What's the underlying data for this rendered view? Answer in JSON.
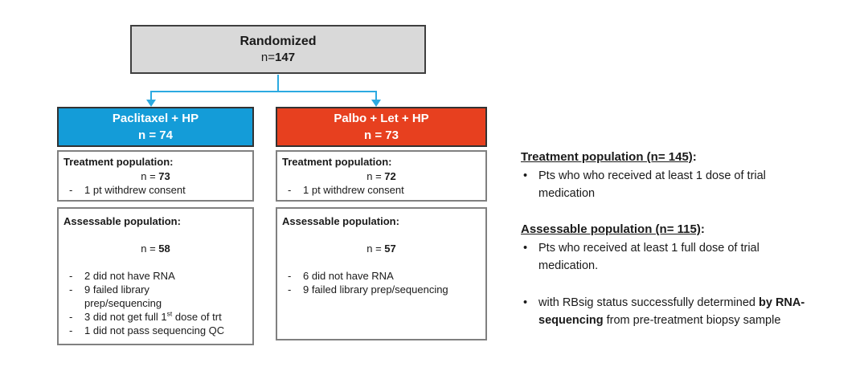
{
  "markers": {
    "dash": "-",
    "bullet": "•"
  },
  "colors": {
    "randomized_fill": "#d9d9d9",
    "randomized_border": "#3f3f3f",
    "arm_left_fill": "#149cd8",
    "arm_right_fill": "#e7401f",
    "connector": "#2caae1",
    "sub_box_border": "#808080",
    "text": "#1a1a1a"
  },
  "randomized": {
    "title": "Randomized",
    "n_prefix": "n=",
    "n_value": "147"
  },
  "arms": [
    {
      "title": "Paclitaxel + HP",
      "n_line": "n = 74",
      "treatment": {
        "heading": "Treatment population:",
        "n_prefix": "n = ",
        "n_value": "73",
        "item": "1 pt withdrew consent"
      },
      "assessable": {
        "heading": "Assessable population:",
        "n_prefix": "n = ",
        "n_value": "58",
        "items": [
          {
            "text": "2 did not have RNA"
          },
          {
            "text": "9 failed library\nprep/sequencing"
          },
          {
            "pre": "3 did not get full 1",
            "sup": "st",
            "post": " dose of trt"
          },
          {
            "text": "1 did not pass sequencing QC"
          }
        ]
      }
    },
    {
      "title": "Palbo + Let + HP",
      "n_line": "n = 73",
      "treatment": {
        "heading": "Treatment population:",
        "n_prefix": "n = ",
        "n_value": "72",
        "item": "1 pt withdrew consent"
      },
      "assessable": {
        "heading": "Assessable population:",
        "n_prefix": "n = ",
        "n_value": "57",
        "items": [
          {
            "text": "6 did not have RNA"
          },
          {
            "text": "9 failed library prep/sequencing"
          }
        ]
      }
    }
  ],
  "notes": {
    "treatment": {
      "heading_underlined": "Treatment population (n= 145)",
      "heading_suffix": ":",
      "bullets": [
        {
          "text": "Pts who who received at least 1 dose of trial medication"
        }
      ]
    },
    "assessable": {
      "heading_underlined": "Assessable population (n= 115)",
      "heading_suffix": ":",
      "bullets": [
        {
          "text": "Pts who received at least 1 full dose of trial medication."
        },
        {
          "pre": "with RBsig status successfully determined ",
          "bold": "by RNA-sequencing",
          "post": " from pre-treatment biopsy sample"
        }
      ]
    }
  }
}
